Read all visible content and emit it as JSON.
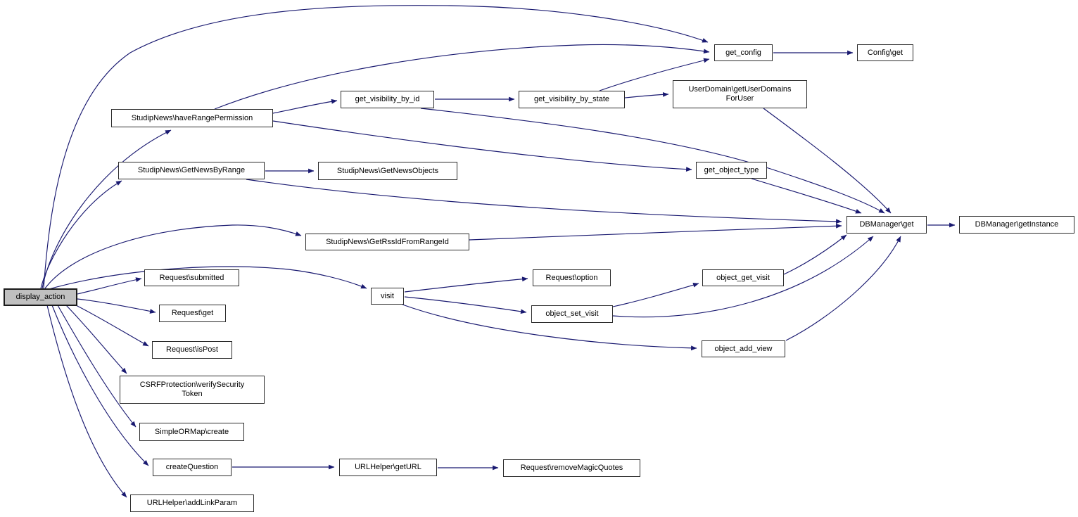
{
  "diagram": {
    "type": "call-graph",
    "background_color": "#ffffff",
    "edge_color": "#191970",
    "node_fill_color": "#ffffff",
    "node_border_color": "#2b2b2b",
    "highlight_fill_color": "#c0c0c0",
    "nodes": [
      {
        "id": "display_action",
        "label": "display_action",
        "highlighted": true
      },
      {
        "id": "haveRangePermission",
        "label": "StudipNews\\haveRangePermission"
      },
      {
        "id": "GetNewsByRange",
        "label": "StudipNews\\GetNewsByRange"
      },
      {
        "id": "GetNewsObjects",
        "label": "StudipNews\\GetNewsObjects"
      },
      {
        "id": "get_visibility_by_id",
        "label": "get_visibility_by_id"
      },
      {
        "id": "get_visibility_by_state",
        "label": "get_visibility_by_state"
      },
      {
        "id": "get_config",
        "label": "get_config"
      },
      {
        "id": "Config_get",
        "label": "Config\\get"
      },
      {
        "id": "getUserDomainsForUser",
        "label": "UserDomain\\getUserDomains\nForUser"
      },
      {
        "id": "get_object_type",
        "label": "get_object_type"
      },
      {
        "id": "DBManager_get",
        "label": "DBManager\\get"
      },
      {
        "id": "DBManager_getInstance",
        "label": "DBManager\\getInstance"
      },
      {
        "id": "GetRssIdFromRangeId",
        "label": "StudipNews\\GetRssIdFromRangeId"
      },
      {
        "id": "Request_submitted",
        "label": "Request\\submitted"
      },
      {
        "id": "Request_get",
        "label": "Request\\get"
      },
      {
        "id": "Request_isPost",
        "label": "Request\\isPost"
      },
      {
        "id": "verifySecurityToken",
        "label": "CSRFProtection\\verifySecurity\nToken"
      },
      {
        "id": "SimpleORMap_create",
        "label": "SimpleORMap\\create"
      },
      {
        "id": "createQuestion",
        "label": "createQuestion"
      },
      {
        "id": "URLHelper_getURL",
        "label": "URLHelper\\getURL"
      },
      {
        "id": "removeMagicQuotes",
        "label": "Request\\removeMagicQuotes"
      },
      {
        "id": "addLinkParam",
        "label": "URLHelper\\addLinkParam"
      },
      {
        "id": "visit",
        "label": "visit"
      },
      {
        "id": "Request_option",
        "label": "Request\\option"
      },
      {
        "id": "object_set_visit",
        "label": "object_set_visit"
      },
      {
        "id": "object_get_visit",
        "label": "object_get_visit"
      },
      {
        "id": "object_add_view",
        "label": "object_add_view"
      }
    ],
    "edges": [
      {
        "from": "display_action",
        "to": "get_config"
      },
      {
        "from": "display_action",
        "to": "haveRangePermission"
      },
      {
        "from": "display_action",
        "to": "GetNewsByRange"
      },
      {
        "from": "display_action",
        "to": "GetRssIdFromRangeId"
      },
      {
        "from": "display_action",
        "to": "visit"
      },
      {
        "from": "display_action",
        "to": "Request_submitted"
      },
      {
        "from": "display_action",
        "to": "Request_get"
      },
      {
        "from": "display_action",
        "to": "Request_isPost"
      },
      {
        "from": "display_action",
        "to": "verifySecurityToken"
      },
      {
        "from": "display_action",
        "to": "SimpleORMap_create"
      },
      {
        "from": "display_action",
        "to": "createQuestion"
      },
      {
        "from": "display_action",
        "to": "addLinkParam"
      },
      {
        "from": "haveRangePermission",
        "to": "get_visibility_by_id"
      },
      {
        "from": "haveRangePermission",
        "to": "get_config"
      },
      {
        "from": "haveRangePermission",
        "to": "get_object_type"
      },
      {
        "from": "GetNewsByRange",
        "to": "GetNewsObjects"
      },
      {
        "from": "GetNewsByRange",
        "to": "DBManager_get"
      },
      {
        "from": "GetRssIdFromRangeId",
        "to": "DBManager_get"
      },
      {
        "from": "get_visibility_by_id",
        "to": "get_visibility_by_state"
      },
      {
        "from": "get_visibility_by_id",
        "to": "DBManager_get"
      },
      {
        "from": "get_visibility_by_state",
        "to": "get_config"
      },
      {
        "from": "get_visibility_by_state",
        "to": "getUserDomainsForUser"
      },
      {
        "from": "get_config",
        "to": "Config_get"
      },
      {
        "from": "getUserDomainsForUser",
        "to": "DBManager_get"
      },
      {
        "from": "get_object_type",
        "to": "DBManager_get"
      },
      {
        "from": "DBManager_get",
        "to": "DBManager_getInstance"
      },
      {
        "from": "visit",
        "to": "Request_option"
      },
      {
        "from": "visit",
        "to": "object_set_visit"
      },
      {
        "from": "visit",
        "to": "object_add_view"
      },
      {
        "from": "object_set_visit",
        "to": "object_get_visit"
      },
      {
        "from": "object_set_visit",
        "to": "DBManager_get"
      },
      {
        "from": "object_get_visit",
        "to": "DBManager_get"
      },
      {
        "from": "object_add_view",
        "to": "DBManager_get"
      },
      {
        "from": "createQuestion",
        "to": "URLHelper_getURL"
      },
      {
        "from": "URLHelper_getURL",
        "to": "removeMagicQuotes"
      }
    ]
  }
}
